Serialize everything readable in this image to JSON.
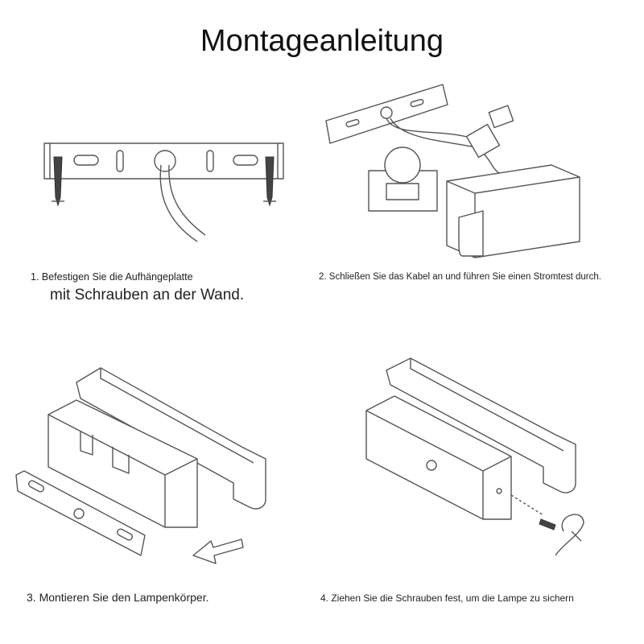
{
  "title": "Montageanleitung",
  "steps": [
    {
      "line1": "1. Befestigen Sie die Aufhängeplatte",
      "line2": "mit Schrauben an der Wand."
    },
    {
      "line1": "2. Schließen Sie das Kabel an und führen Sie einen Stromtest durch."
    },
    {
      "line1": "3. Montieren Sie den Lampenkörper."
    },
    {
      "line1": "4. Ziehen Sie die Schrauben fest, um die Lampe zu sichern"
    }
  ]
}
